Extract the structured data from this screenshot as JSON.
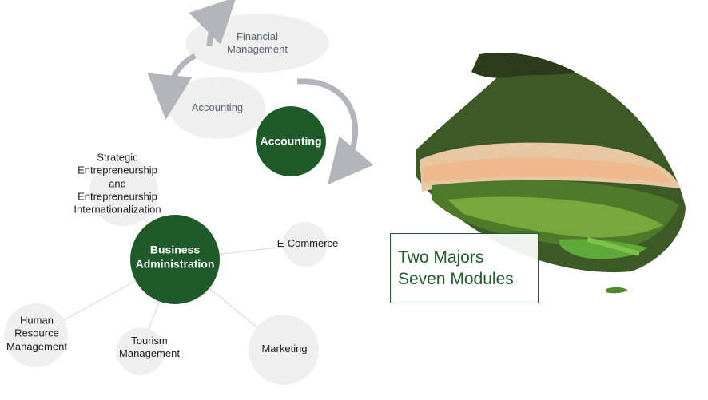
{
  "accounting_branch": {
    "hub": "Accounting",
    "modules": [
      "Financial\nManagement",
      "Accounting"
    ]
  },
  "business_branch": {
    "hub": "Business\nAdministration",
    "modules": [
      "Strategic\nEntrepreneurship\nand\nEntrepreneurship\nInternationalization",
      "E-Commerce",
      "Marketing",
      "Tourism\nManagement",
      "Human\nResource\nManagement"
    ]
  },
  "tagline": {
    "line1": "Two Majors",
    "line2": "Seven Modules"
  },
  "colors": {
    "hub_green": "#1f5a2a",
    "bubble_gray": "#efefef",
    "arrow_gray": "#b3b5ba",
    "connector_gray": "#e2e2e2"
  }
}
